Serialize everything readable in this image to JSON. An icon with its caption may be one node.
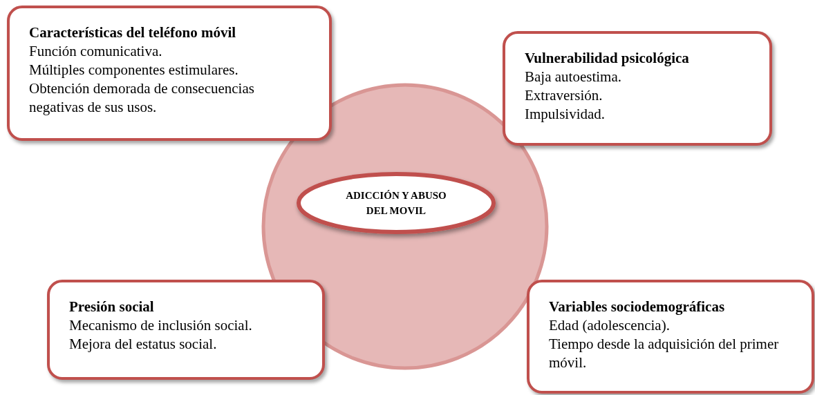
{
  "diagram": {
    "nodes": [
      {
        "text": [
          "Características del teléfono móvil",
          "Función comunicativa.",
          "Múltiples componentes estimulares.",
          "Obtención demorada de consecuencias negativas de sus usos."
        ]
      },
      {
        "text": [
          "Vulnerabilidad psicológica",
          "Baja autoestima.",
          "Extraversión.",
          "Impulsividad."
        ]
      },
      {
        "text": [],
        "shape": "circle"
      },
      {
        "text": [
          "ADICCIÓN Y ABUSO DEL MOVIL"
        ],
        "in": 2
      },
      {
        "text": [
          "Presión social",
          "Mecanismo de inclusión social.",
          "Mejora del estatus social."
        ]
      },
      {
        "text": [
          "Variables sociodemográficas",
          "Edad (adolescencia).",
          "Tiempo desde la adquisición del primer móvil."
        ]
      }
    ],
    "edges": []
  }
}
